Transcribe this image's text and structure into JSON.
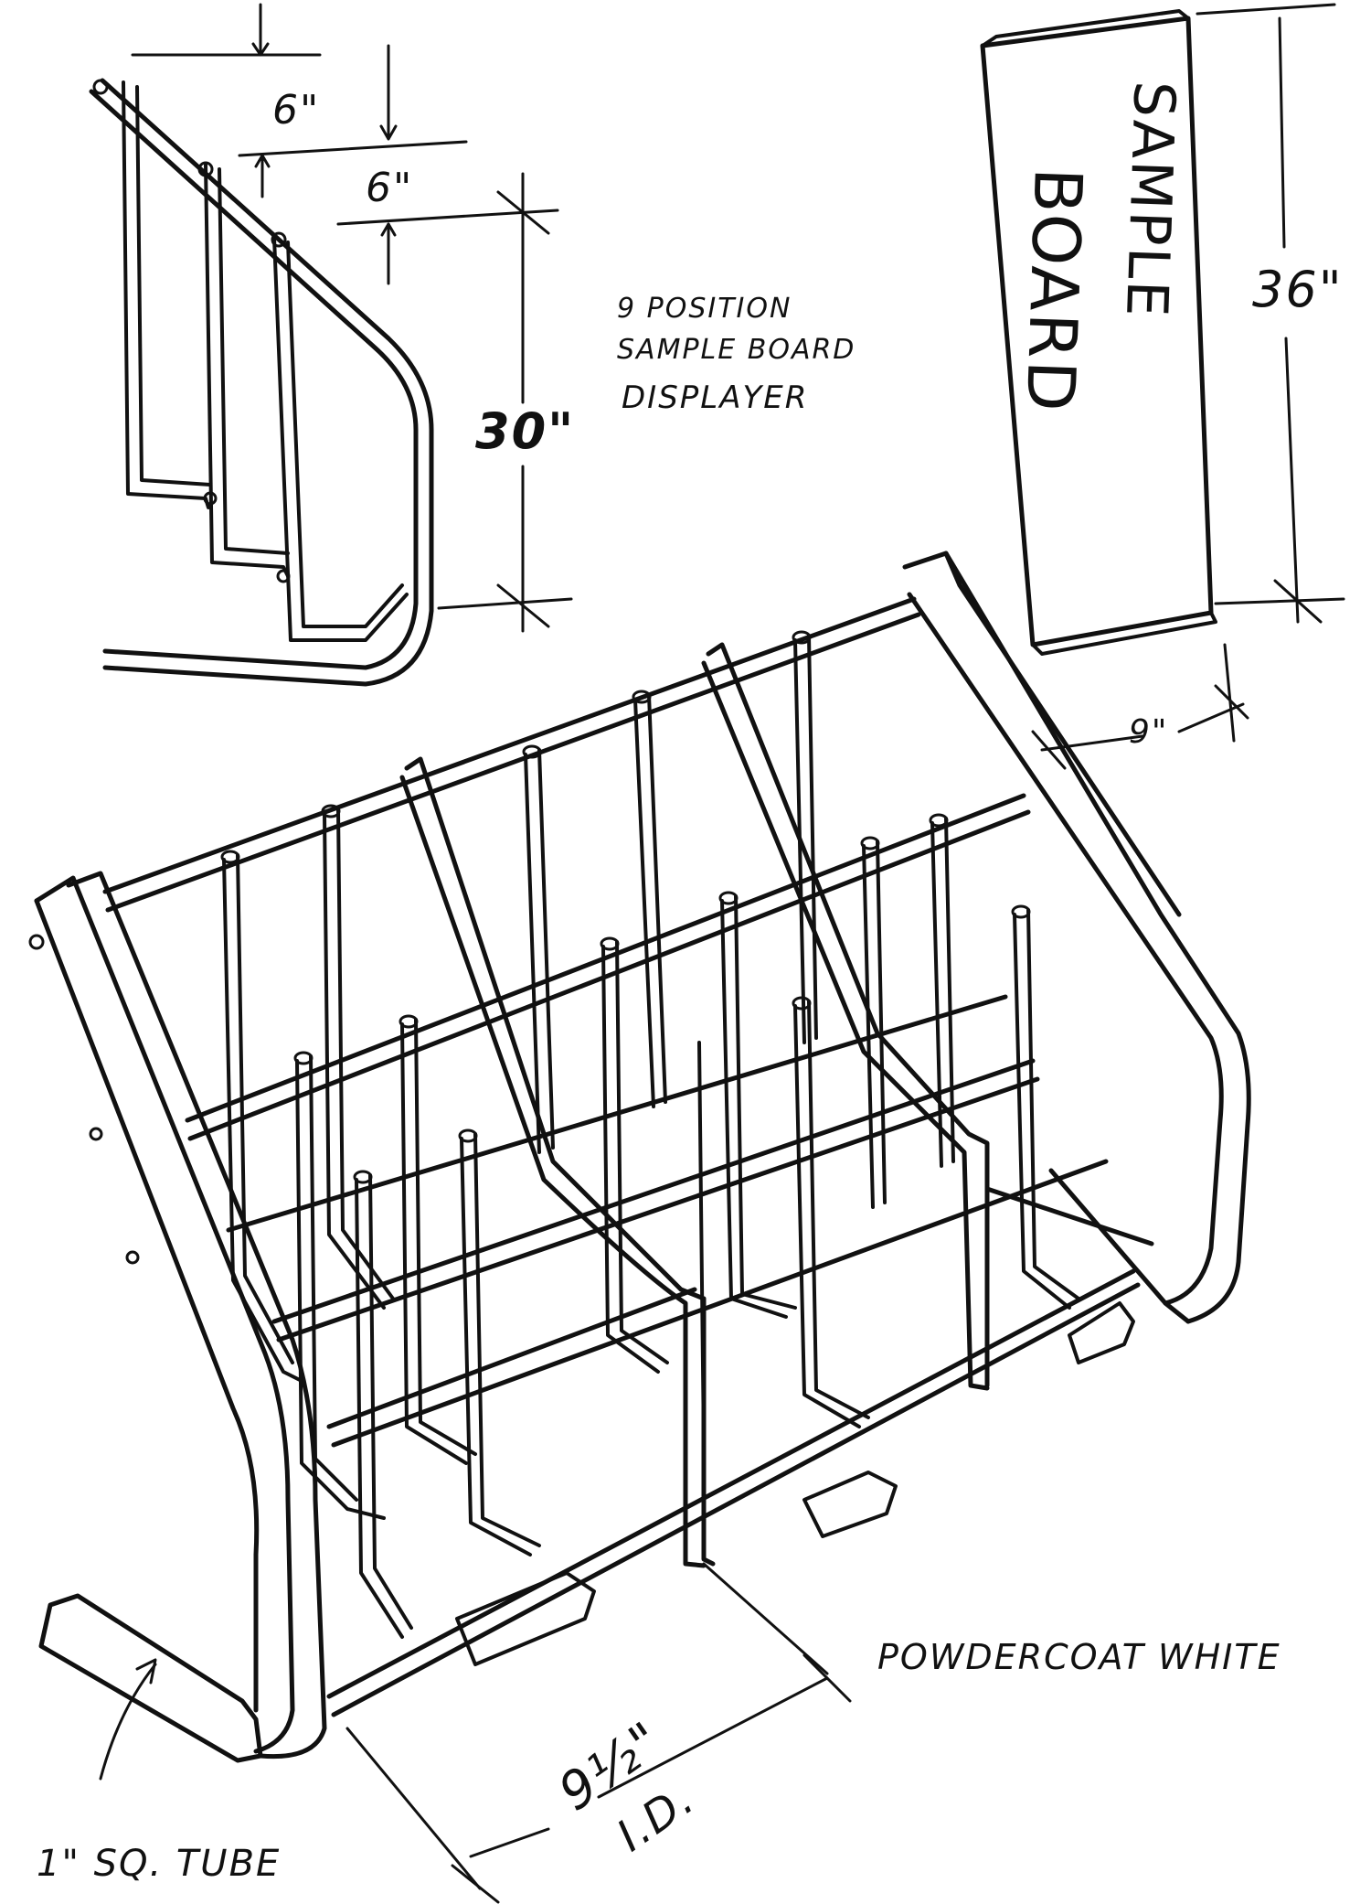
{
  "labels": {
    "dim_top": "6\"",
    "dim_second": "6\"",
    "dim_height_side": "30\"",
    "title_line1": "9 POSITION",
    "title_line2": "SAMPLE BOARD",
    "title_line3": "DISPLAYER",
    "board_text_line1": "SAMPLE",
    "board_text_line2": "BOARD",
    "dim_board_height": "36\"",
    "dim_board_depth": "9\"",
    "finish_note": "POWDERCOAT WHITE",
    "dim_inner_width": "9½\"",
    "dim_inner_width_note": "I.D.",
    "tube_note": "1\" SQ. TUBE"
  }
}
